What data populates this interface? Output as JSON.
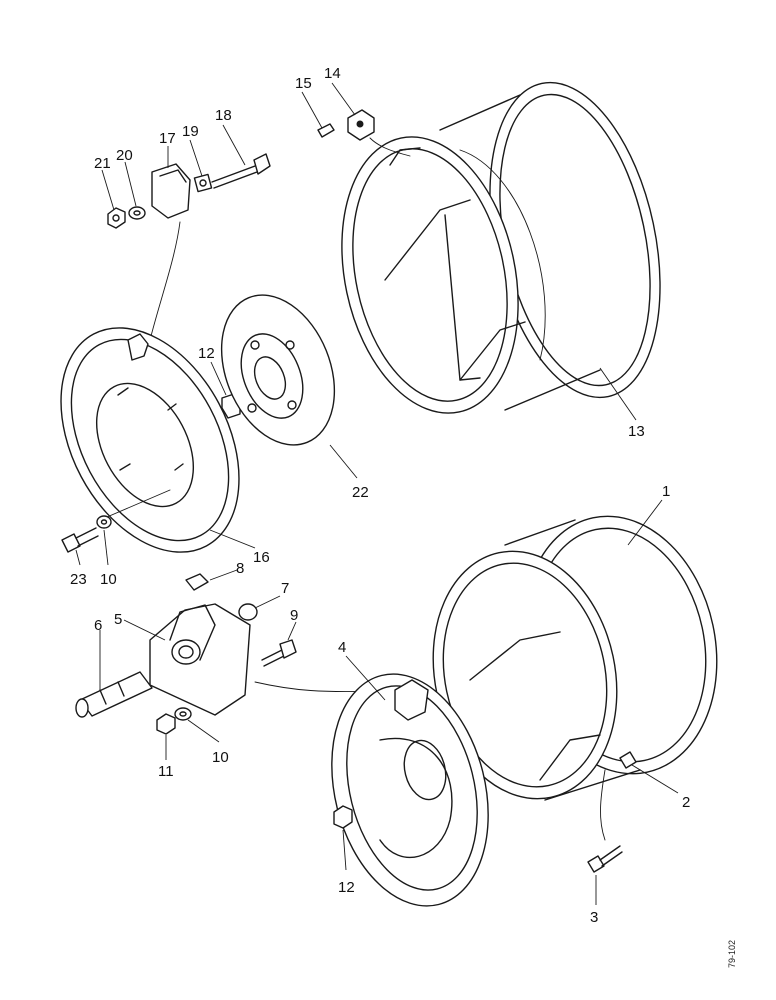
{
  "drawing": {
    "reference": "79-102",
    "callouts": [
      {
        "id": "c1",
        "label": "1"
      },
      {
        "id": "c2",
        "label": "2"
      },
      {
        "id": "c3",
        "label": "3"
      },
      {
        "id": "c4",
        "label": "4"
      },
      {
        "id": "c5",
        "label": "5"
      },
      {
        "id": "c6",
        "label": "6"
      },
      {
        "id": "c7",
        "label": "7"
      },
      {
        "id": "c8",
        "label": "8"
      },
      {
        "id": "c9",
        "label": "9"
      },
      {
        "id": "c10a",
        "label": "10"
      },
      {
        "id": "c10b",
        "label": "10"
      },
      {
        "id": "c11",
        "label": "11"
      },
      {
        "id": "c12a",
        "label": "12"
      },
      {
        "id": "c12b",
        "label": "12"
      },
      {
        "id": "c13",
        "label": "13"
      },
      {
        "id": "c14",
        "label": "14"
      },
      {
        "id": "c15",
        "label": "15"
      },
      {
        "id": "c16",
        "label": "16"
      },
      {
        "id": "c17",
        "label": "17"
      },
      {
        "id": "c18",
        "label": "18"
      },
      {
        "id": "c19",
        "label": "19"
      },
      {
        "id": "c20",
        "label": "20"
      },
      {
        "id": "c21",
        "label": "21"
      },
      {
        "id": "c22",
        "label": "22"
      },
      {
        "id": "c23",
        "label": "23"
      }
    ]
  }
}
